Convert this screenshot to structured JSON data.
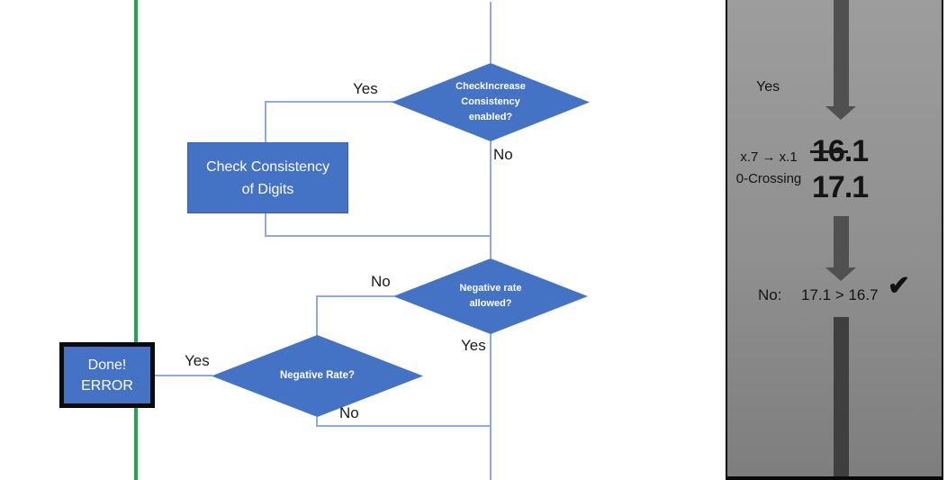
{
  "colors": {
    "shape_blue": "#4472C4",
    "connector_blue": "#8FAADC",
    "green_line": "#23A455",
    "arrow_gray": "#505050",
    "arrow_dark": "#3F3F3F",
    "panel_gradient_top": "#9D9D9D",
    "panel_gradient_bottom": "#7E7E7E",
    "shape_text": "#FFFFFF",
    "label_text": "#1B1B1B"
  },
  "flowchart": {
    "decision_check_increase": "CheckIncrease\nConsistency\nenabled?",
    "process_check_consistency": "Check Consistency\nof Digits",
    "decision_negative_rate_allowed": "Negative rate\nallowed?",
    "decision_negative_rate": "Negative Rate?",
    "terminal_done_error": "Done!\nERROR",
    "labels": {
      "yes_top": "Yes",
      "no_top": "No",
      "no_mid": "No",
      "yes_mid": "Yes",
      "yes_bottom": "Yes",
      "no_bottom": "No"
    }
  },
  "panel": {
    "yes_label": "Yes",
    "rule": "x.7 → x.1\n0-Crossing",
    "old_value_struck": "16",
    "old_value_rest": ".1",
    "new_value": "17.1",
    "result_label": "No:",
    "result_comparison": "17.1 > 16.7",
    "checkmark": "✔"
  }
}
